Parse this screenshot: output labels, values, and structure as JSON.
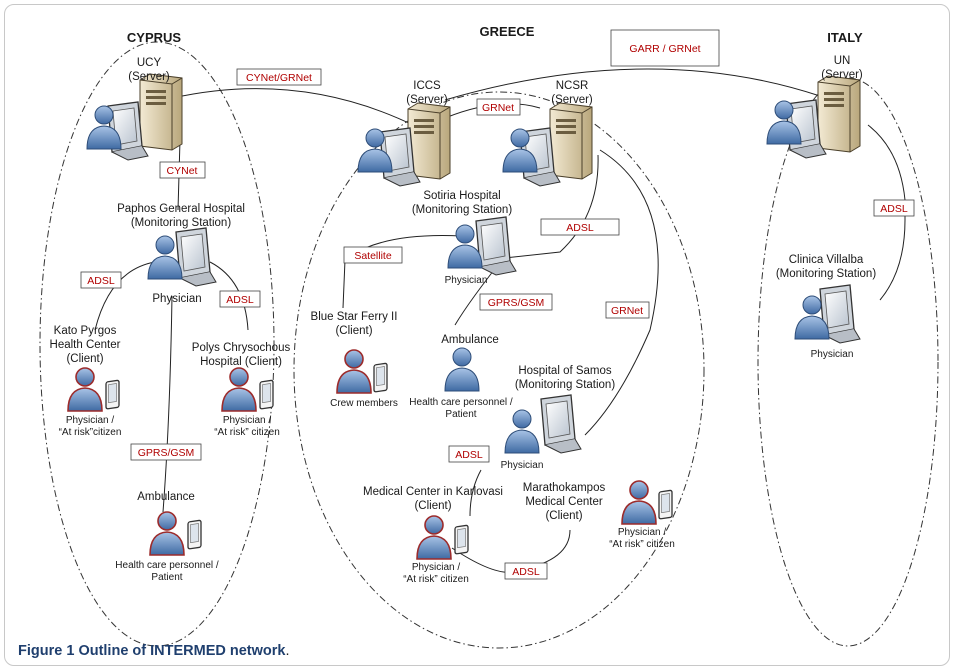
{
  "regions": {
    "cyprus": "CYPRUS",
    "greece": "GREECE",
    "italy": "ITALY"
  },
  "link_labels": {
    "cynet_grnet": "CYNet/GRNet",
    "garr_grnet": "GARR / GRNet",
    "grnet_icss_ncsr": "GRNet",
    "cynet": "CYNet",
    "adsl_italy": "ADSL",
    "adsl_cy_left": "ADSL",
    "adsl_cy_right": "ADSL",
    "gprs_cy": "GPRS/GSM",
    "satellite": "Satellite",
    "adsl_sotiria": "ADSL",
    "gprs_gr": "GPRS/GSM",
    "grnet_samos": "GRNet",
    "adsl_karlovasi": "ADSL",
    "adsl_marathokampos": "ADSL"
  },
  "nodes": {
    "ucy": [
      "UCY",
      "(Server)"
    ],
    "icss": [
      "ICCS",
      "(Server)"
    ],
    "ncsr": [
      "NCSR",
      "(Server)"
    ],
    "un": [
      "UN",
      "(Server)"
    ],
    "paphos": [
      "Paphos General Hospital",
      "(Monitoring Station)"
    ],
    "paphos_role": "Physician",
    "kato": [
      "Kato Pyrgos",
      "Health Center",
      "(Client)"
    ],
    "kato_role": [
      "Physician /",
      "“At risk”citizen"
    ],
    "polys": [
      "Polys Chrysochous",
      "Hospital (Client)"
    ],
    "polys_role": [
      "Physician /",
      "“At risk” citizen"
    ],
    "amb_cy": "Ambulance",
    "amb_cy_role": [
      "Health care personnel /",
      "Patient"
    ],
    "sotiria": [
      "Sotiria Hospital",
      "(Monitoring Station)"
    ],
    "sotiria_role": "Physician",
    "bluestar": [
      "Blue Star Ferry II",
      "(Client)"
    ],
    "bluestar_role": "Crew members",
    "amb_gr": "Ambulance",
    "amb_gr_role": [
      "Health care personnel /",
      "Patient"
    ],
    "samos": [
      "Hospital of Samos",
      "(Monitoring Station)"
    ],
    "samos_role": "Physician",
    "karlovasi": [
      "Medical Center in Karlovasi",
      "(Client)"
    ],
    "karlovasi_role": [
      "Physician /",
      "“At risk” citizen"
    ],
    "marathokampos": [
      "Marathokampos",
      "Medical Center",
      "(Client)"
    ],
    "marathokampos_role": [
      "Physician /",
      "“At risk” citizen"
    ],
    "villalba": [
      "Clinica Villalba",
      "(Monitoring Station)"
    ],
    "villalba_role": "Physician"
  },
  "caption": {
    "label": "Figure 1",
    "title": "Outline of INTERMED network",
    "end": "."
  },
  "colors": {
    "person_blue": "#5b82b4",
    "person_red": "#b03a3a",
    "label_red": "#b00000",
    "server_tan": "#d8c9a3"
  }
}
